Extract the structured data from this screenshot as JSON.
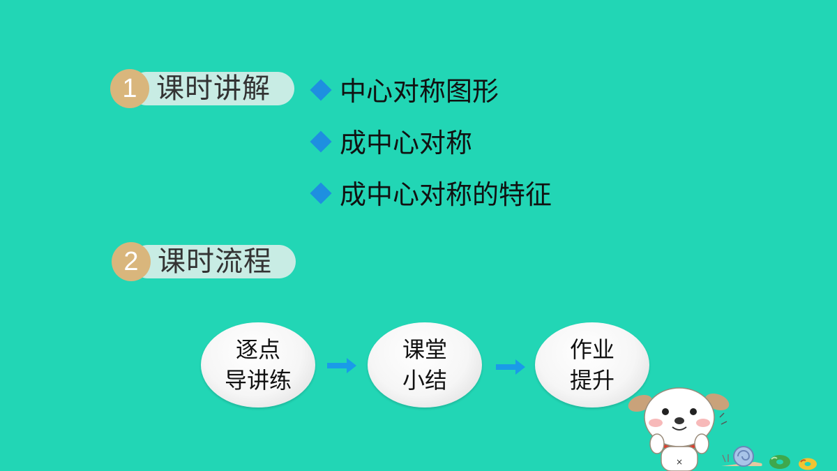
{
  "sections": [
    {
      "number": "1",
      "title": "课时讲解"
    },
    {
      "number": "2",
      "title": "课时流程"
    }
  ],
  "topics": [
    {
      "text": "中心对称图形"
    },
    {
      "text": "成中心对称"
    },
    {
      "text": "成中心对称的特征"
    }
  ],
  "flow": [
    {
      "label": "逐点\n导讲练"
    },
    {
      "label": "课堂\n小结"
    },
    {
      "label": "作业\n提升"
    }
  ],
  "mascot_mark": "×",
  "icons": {
    "bullet": "diamond-icon",
    "flow_arrow": "arrow-right-icon",
    "mascot": "puppy-icon",
    "snail": "snail-icon",
    "donut": "donut-icon"
  },
  "colors": {
    "background": "#22d6b5",
    "number_circle": "#d9b67c",
    "pill": "#c8ece4",
    "bullet": "#1e8fe0",
    "arrow": "#1a9be8"
  }
}
